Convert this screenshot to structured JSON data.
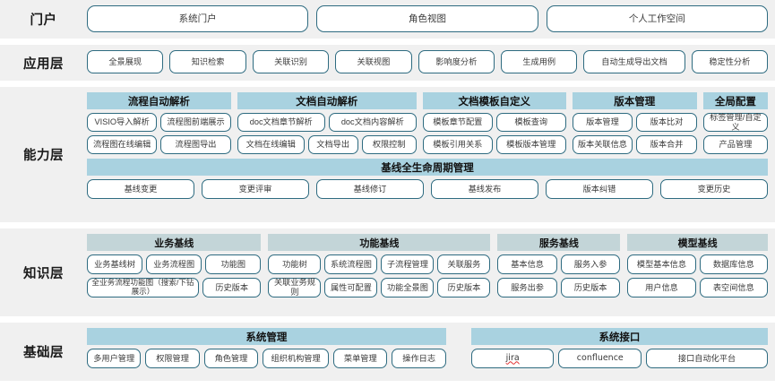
{
  "layers": [
    {
      "id": "portal",
      "label": "门户",
      "items": [
        "系统门户",
        "角色视图",
        "个人工作空间"
      ]
    },
    {
      "id": "application",
      "label": "应用层",
      "items": [
        "全景展现",
        "知识检索",
        "关联识别",
        "关联视图",
        "影响度分析",
        "生成用例",
        "自动生成导出文档",
        "稳定性分析"
      ]
    },
    {
      "id": "capability",
      "label": "能力层",
      "groups": [
        {
          "title": "流程自动解析",
          "flex": 187,
          "rows": [
            [
              "VISIO导入解析",
              "流程图前端展示"
            ],
            [
              "流程图在线编辑",
              "流程图导出"
            ]
          ]
        },
        {
          "title": "文档自动解析",
          "flex": 233,
          "rows": [
            [
              "doc文档章节解析",
              "doc文档内容解析"
            ],
            [
              "文档在线编辑",
              "文档导出",
              "权限控制"
            ]
          ]
        },
        {
          "title": "文档模板自定义",
          "flex": 186,
          "rows": [
            [
              "模板章节配置",
              "模板查询"
            ],
            [
              "模板引用关系",
              "模板版本管理"
            ]
          ]
        },
        {
          "title": "版本管理",
          "flex": 162,
          "rows": [
            [
              "版本管理",
              "版本比对"
            ],
            [
              "版本关联信息",
              "版本合并"
            ]
          ]
        },
        {
          "title": "全局配置",
          "flex": 84,
          "rows": [
            [
              "标签管理/自定义"
            ],
            [
              "产品管理"
            ]
          ]
        }
      ],
      "baseline": {
        "title": "基线全生命周期管理",
        "items": [
          "基线变更",
          "变更评审",
          "基线修订",
          "基线发布",
          "版本纠错",
          "变更历史"
        ]
      }
    },
    {
      "id": "knowledge",
      "label": "知识层",
      "groups": [
        {
          "title": "业务基线",
          "flex": 196,
          "rows": [
            [
              "业务基线树",
              "业务流程图",
              "功能图"
            ],
            [
              "全业务流程功能图（搜索/下钻展示）",
              "历史版本"
            ]
          ]
        },
        {
          "title": "功能基线",
          "flex": 250,
          "rows": [
            [
              "功能树",
              "系统流程图",
              "子流程管理",
              "关联服务"
            ],
            [
              "关联业务规则",
              "属性可配置",
              "功能全景图",
              "历史版本"
            ]
          ]
        },
        {
          "title": "服务基线",
          "flex": 138,
          "rows": [
            [
              "基本信息",
              "服务入参"
            ],
            [
              "服务出参",
              "历史版本"
            ]
          ]
        },
        {
          "title": "模型基线",
          "flex": 158,
          "rows": [
            [
              "模型基本信息",
              "数据库信息"
            ],
            [
              "用户信息",
              "表空间信息"
            ]
          ]
        }
      ]
    },
    {
      "id": "base",
      "label": "基础层",
      "groups": [
        {
          "title": "系统管理",
          "flex": 385,
          "rows": [
            [
              "多用户管理",
              "权限管理",
              "角色管理",
              "组织机构管理",
              "菜单管理",
              "操作日志"
            ]
          ]
        },
        {
          "title": "系统接口",
          "flex": 318,
          "rows": [
            [
              "jira",
              "confluence",
              "接口自动化平台"
            ]
          ]
        }
      ]
    }
  ],
  "colors": {
    "band_background": "#f0f0f0",
    "pill_border": "#2e6b80",
    "group_header_primary": "#a9d2e0",
    "group_header_muted": "#c3d5d8",
    "page_background": "#ffffff",
    "misspell_underline": "#e03030"
  },
  "misspelled_terms": [
    "jira"
  ]
}
